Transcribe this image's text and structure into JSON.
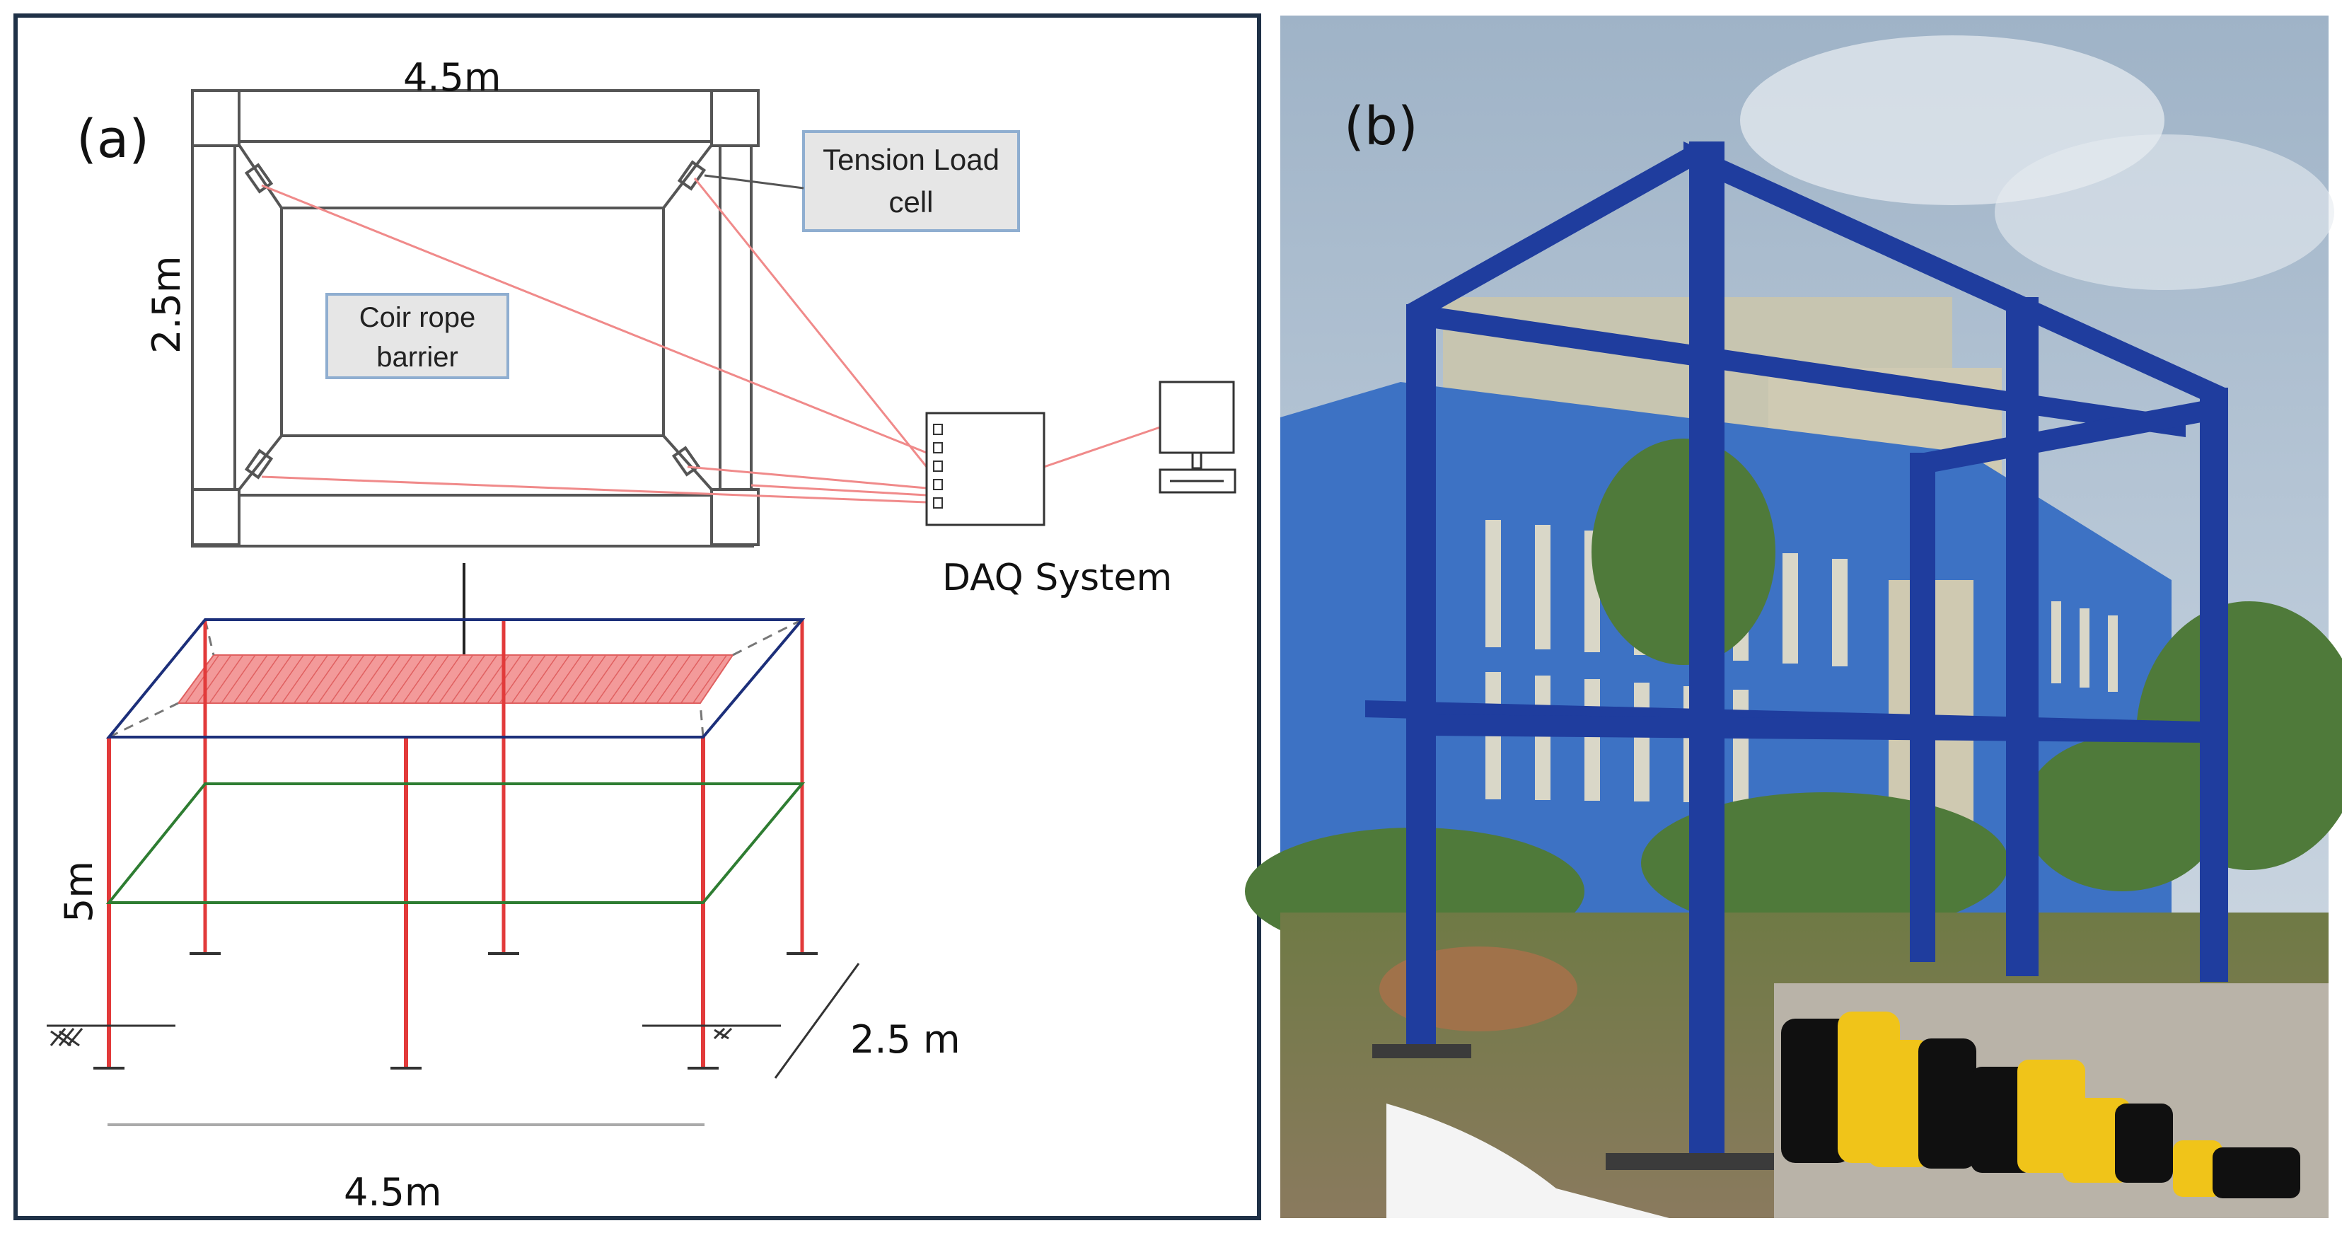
{
  "panel_a": {
    "tag": "(a)",
    "plan_width": "4.5m",
    "plan_depth": "2.5m",
    "load_cell_label": [
      "Tension Load",
      "cell"
    ],
    "barrier_label": [
      "Coir rope",
      "barrier"
    ],
    "daq_label": "DAQ System",
    "frame_height": "5m",
    "frame_depth": "2.5 m",
    "frame_width": "4.5m"
  },
  "panel_b": {
    "tag": "(b)"
  },
  "colors": {
    "frame_border": "#1f3147",
    "columns": "#e23a3a",
    "top_frame": "#1c2f7a",
    "mid_frame": "#2e7d32",
    "barrier_fill": "#f07a7a",
    "cables": "#f08a8a",
    "steel_blue": "#1f3d9e",
    "label_box": "#e6e6e6"
  }
}
